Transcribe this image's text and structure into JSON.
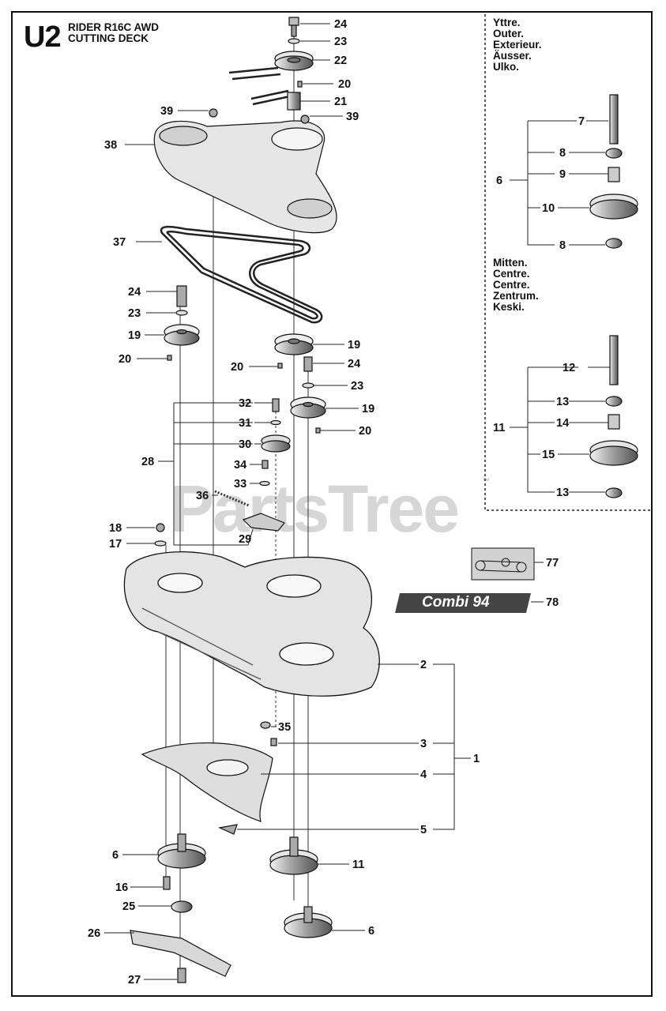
{
  "header": {
    "code": "U2",
    "line1": "RIDER R16C AWD",
    "line2": "CUTTING DECK"
  },
  "outer_section": [
    "Yttre.",
    "Outer.",
    "Exterieur.",
    "Äusser.",
    "Ulko."
  ],
  "center_section": [
    "Mitten.",
    "Centre.",
    "Centre.",
    "Zentrum.",
    "Keski."
  ],
  "watermark": "PartsTree",
  "trademark": "™",
  "badge": "Combi 94",
  "part_labels": {
    "p24a": "24",
    "p23a": "23",
    "p22": "22",
    "p20a": "20",
    "p21": "21",
    "p39a": "39",
    "p39b": "39",
    "p38": "38",
    "p37": "37",
    "p24b": "24",
    "p23b": "23",
    "p19a": "19",
    "p20b": "20",
    "p19b": "19",
    "p20c": "20",
    "p24c": "24",
    "p23c": "23",
    "p19c": "19",
    "p20d": "20",
    "p32": "32",
    "p31": "31",
    "p30": "30",
    "p28": "28",
    "p34": "34",
    "p33": "33",
    "p36": "36",
    "p18": "18",
    "p17": "17",
    "p29": "29",
    "p77": "77",
    "p78": "78",
    "p2": "2",
    "p3": "3",
    "p4": "4",
    "p5": "5",
    "p1": "1",
    "p35": "35",
    "p6a": "6",
    "p16": "16",
    "p25": "25",
    "p26": "26",
    "p27": "27",
    "p11a": "11",
    "p6b": "6",
    "p7": "7",
    "p8a": "8",
    "p9": "9",
    "p10": "10",
    "p8b": "8",
    "p6c": "6",
    "p12": "12",
    "p13a": "13",
    "p14": "14",
    "p15": "15",
    "p13b": "13",
    "p11b": "11"
  }
}
